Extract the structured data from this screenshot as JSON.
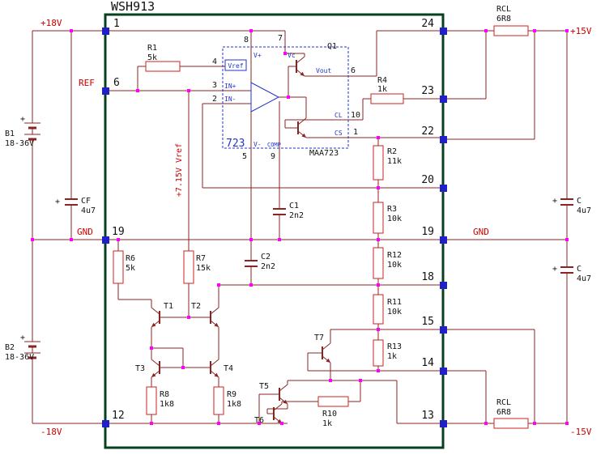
{
  "title": "WSH913",
  "colors": {
    "wire": "#8b2323",
    "junction": "#ff00ff",
    "pin_square": "#2020c8",
    "module_border": "#07401f",
    "ic_blue": "#2233cc",
    "net_label_red": "#cc0000"
  },
  "rails": {
    "p18v": "+18V",
    "ref": "REF",
    "gnd_left": "GND",
    "m18v": "-18V",
    "p15v": "+15V",
    "gnd_right": "GND",
    "m15v": "-15V",
    "vref_net": "+7.15V Vref"
  },
  "pins": {
    "left": [
      "1",
      "6",
      "19",
      "12"
    ],
    "right": [
      "24",
      "23",
      "22",
      "20",
      "19",
      "18",
      "15",
      "14",
      "13"
    ]
  },
  "ic": {
    "name": "723",
    "part": "MAA723",
    "transistor": "Q1",
    "pin_numbers": {
      "vplus": "8",
      "vc": "7",
      "vref": "4",
      "in_p": "3",
      "in_n": "2",
      "vminus": "5",
      "comp": "9",
      "vout": "6",
      "cl": "10",
      "cs": "1"
    },
    "ports": {
      "vref": "Vref",
      "vplus": "V+",
      "vc": "Vc",
      "in_p": "IN+",
      "in_n": "IN-",
      "vminus": "V-",
      "comp": "COMP",
      "vout": "Vout",
      "cl": "CL",
      "cs": "CS"
    }
  },
  "components": {
    "b1": {
      "ref": "B1",
      "value": "18-36V",
      "plus": "+"
    },
    "b2": {
      "ref": "B2",
      "value": "18-36V",
      "plus": "+"
    },
    "cf": {
      "ref": "CF",
      "value": "4u7",
      "plus": "+"
    },
    "c_top": {
      "ref": "C",
      "value": "4u7",
      "plus": "+"
    },
    "c_bot": {
      "ref": "C",
      "value": "4u7",
      "plus": "+"
    },
    "rcl_top": {
      "ref": "RCL",
      "value": "6R8"
    },
    "rcl_bot": {
      "ref": "RCL",
      "value": "6R8"
    },
    "r1": {
      "ref": "R1",
      "value": "5k"
    },
    "r2": {
      "ref": "R2",
      "value": "11k"
    },
    "r3": {
      "ref": "R3",
      "value": "10k"
    },
    "r4": {
      "ref": "R4",
      "value": "1k"
    },
    "r6": {
      "ref": "R6",
      "value": "5k"
    },
    "r7": {
      "ref": "R7",
      "value": "15k"
    },
    "r8": {
      "ref": "R8",
      "value": "1k8"
    },
    "r9": {
      "ref": "R9",
      "value": "1k8"
    },
    "r10": {
      "ref": "R10",
      "value": "1k"
    },
    "r11": {
      "ref": "R11",
      "value": "10k"
    },
    "r12": {
      "ref": "R12",
      "value": "10k"
    },
    "r13": {
      "ref": "R13",
      "value": "1k"
    },
    "c1": {
      "ref": "C1",
      "value": "2n2"
    },
    "c2": {
      "ref": "C2",
      "value": "2n2"
    },
    "t1": {
      "ref": "T1"
    },
    "t2": {
      "ref": "T2"
    },
    "t3": {
      "ref": "T3"
    },
    "t4": {
      "ref": "T4"
    },
    "t5": {
      "ref": "T5"
    },
    "t6": {
      "ref": "T6"
    },
    "t7": {
      "ref": "T7"
    }
  }
}
